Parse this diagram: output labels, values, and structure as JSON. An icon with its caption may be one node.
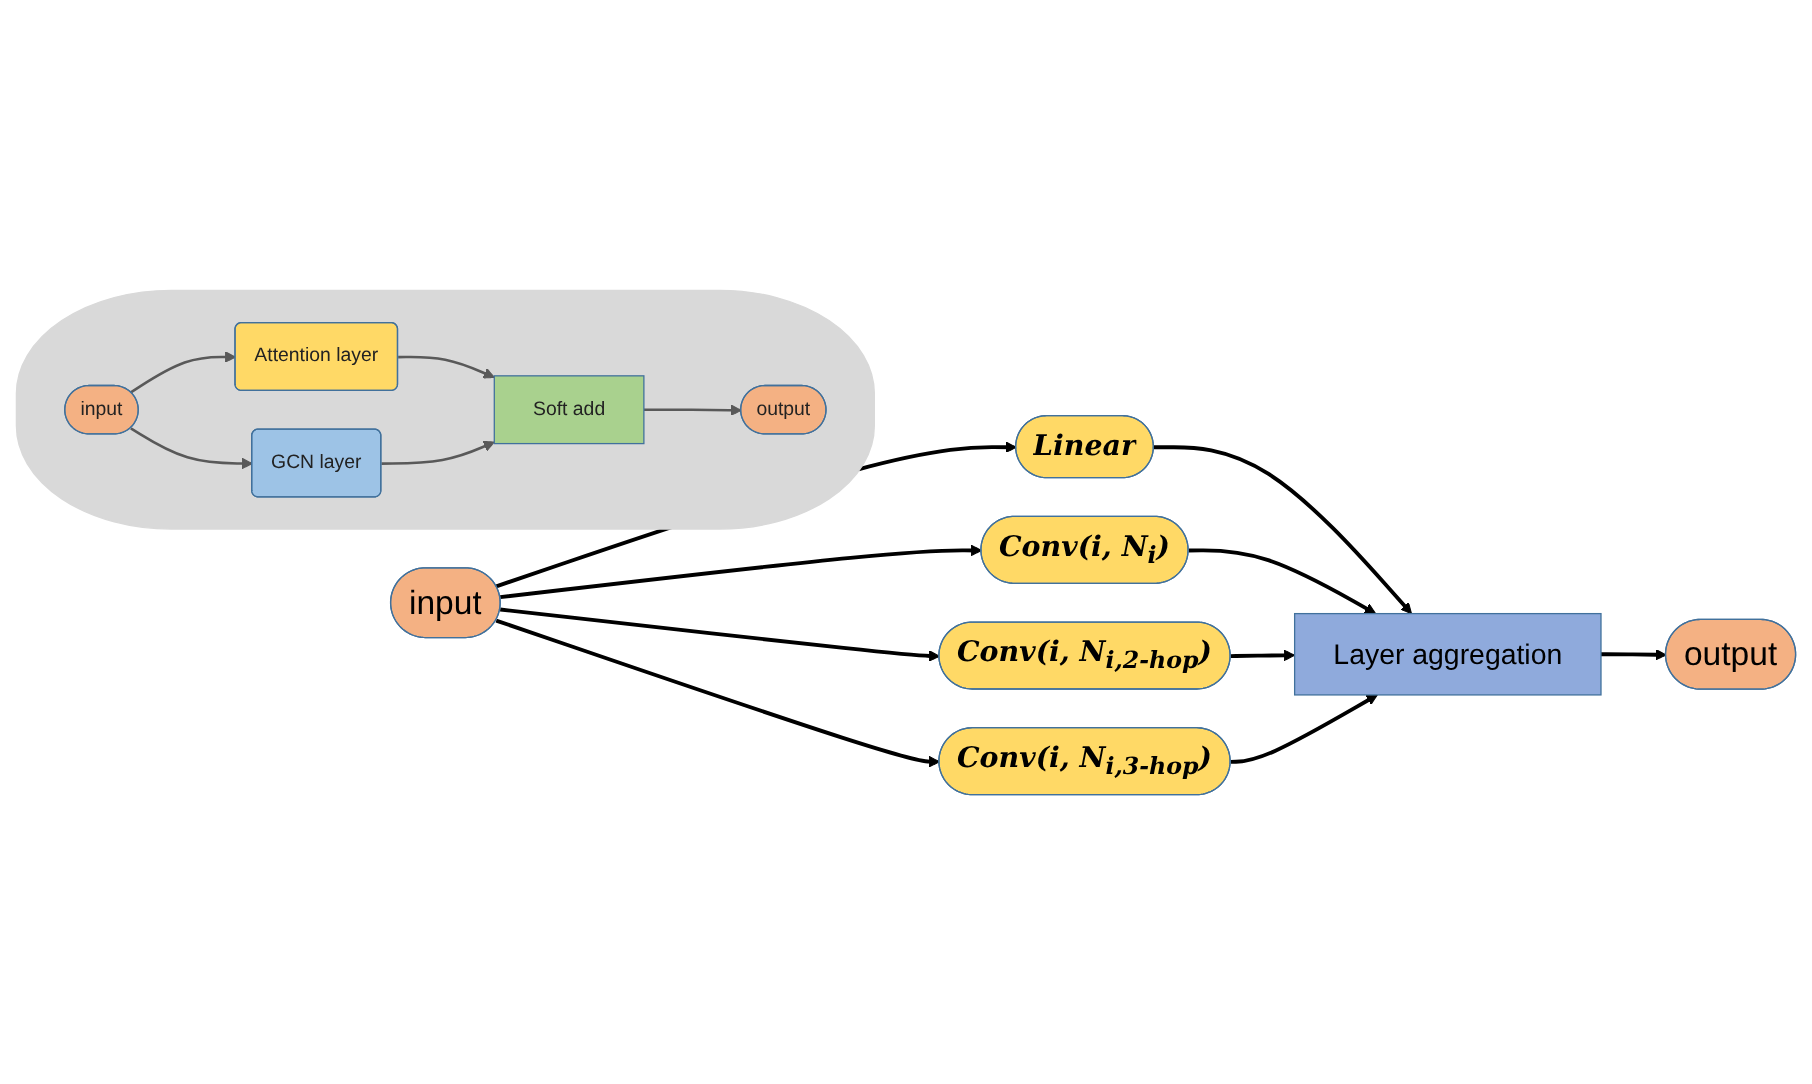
{
  "diagram": {
    "nodes": [
      {
        "text": [
          "input"
        ]
      },
      {
        "text": [
          "Linear"
        ]
      },
      {
        "text": [
          "Conv(i, N$_{i}$)"
        ]
      },
      {
        "text": [
          "Conv(i, N$_{i,2-hop}$)"
        ]
      },
      {
        "text": [
          "Conv(i, N$_{i,3-hop}$)"
        ]
      },
      {
        "text": [
          "Layer aggregation"
        ]
      },
      {
        "text": [
          "output"
        ]
      },
      {
        "text": [],
        "shape": "ellipse"
      },
      {
        "text": [
          "input"
        ],
        "in": 7
      },
      {
        "text": [
          "Attention layer"
        ],
        "in": 7
      },
      {
        "text": [
          "GCN layer"
        ],
        "in": 7
      },
      {
        "text": [
          "Soft add"
        ],
        "in": 7
      },
      {
        "text": [
          "output"
        ],
        "in": 7
      }
    ],
    "edges": [
      {
        "from": 0,
        "to": 1,
        "arrow": "to"
      },
      {
        "from": 0,
        "to": 2,
        "arrow": "to"
      },
      {
        "from": 0,
        "to": 3,
        "arrow": "to"
      },
      {
        "from": 0,
        "to": 4,
        "arrow": "to"
      },
      {
        "from": 1,
        "to": 5,
        "arrow": "to"
      },
      {
        "from": 2,
        "to": 5,
        "arrow": "to"
      },
      {
        "from": 3,
        "to": 5,
        "arrow": "to"
      },
      {
        "from": 4,
        "to": 5,
        "arrow": "to"
      },
      {
        "from": 5,
        "to": 6,
        "arrow": "to"
      },
      {
        "from": 8,
        "to": 9,
        "arrow": "to",
        "color": "#595959"
      },
      {
        "from": 8,
        "to": 10,
        "arrow": "to",
        "color": "#595959"
      },
      {
        "from": 9,
        "to": 11,
        "arrow": "to",
        "color": "#595959"
      },
      {
        "from": 10,
        "to": 11,
        "arrow": "to",
        "color": "#595959"
      },
      {
        "from": 11,
        "to": 12,
        "arrow": "to",
        "color": "#595959"
      }
    ]
  }
}
